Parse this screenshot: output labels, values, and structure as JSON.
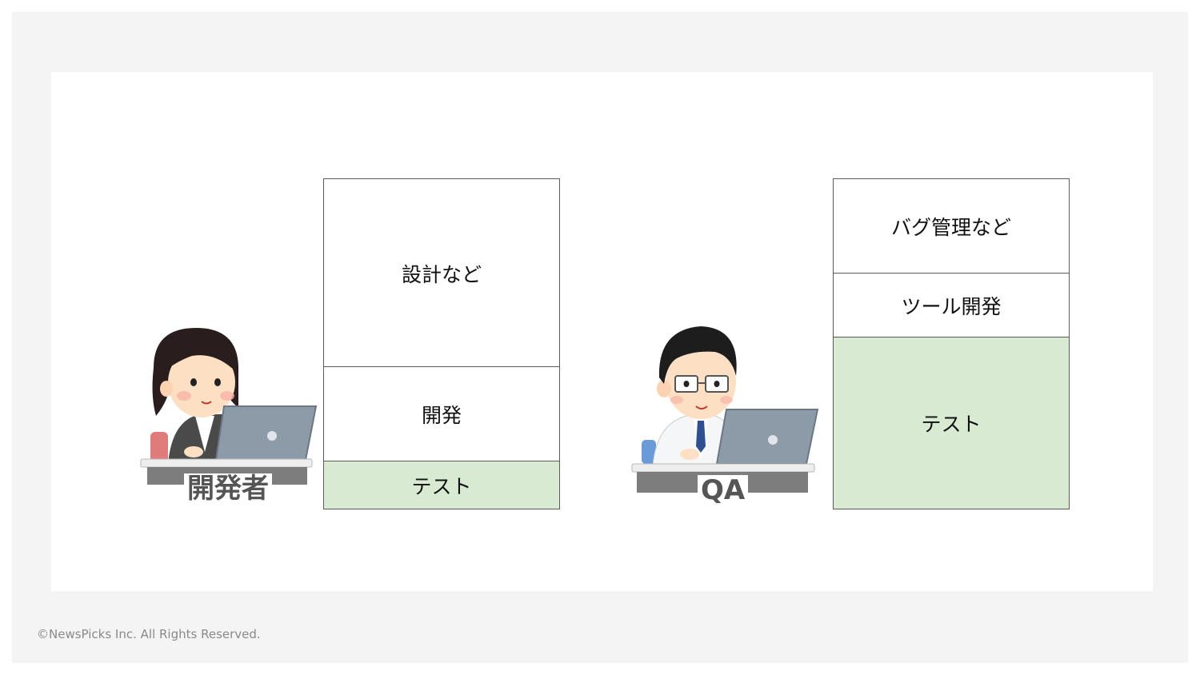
{
  "developer": {
    "label": "開発者",
    "blocks": [
      {
        "text": "設計など",
        "fill": "#ffffff"
      },
      {
        "text": "開発",
        "fill": "#ffffff"
      },
      {
        "text": "テスト",
        "fill": "#d9ead3"
      }
    ]
  },
  "qa": {
    "label": "QA",
    "blocks": [
      {
        "text": "バグ管理など",
        "fill": "#ffffff"
      },
      {
        "text": "ツール開発",
        "fill": "#ffffff"
      },
      {
        "text": "テスト",
        "fill": "#d9ead3"
      }
    ]
  },
  "footer": "©NewsPicks Inc. All Rights Reserved.",
  "colors": {
    "test_fill": "#d9ead3",
    "frame_bg": "#f4f4f4",
    "border": "#5a5a5a"
  },
  "icons": [
    "woman-at-laptop-illustration",
    "scientist-at-laptop-illustration"
  ]
}
